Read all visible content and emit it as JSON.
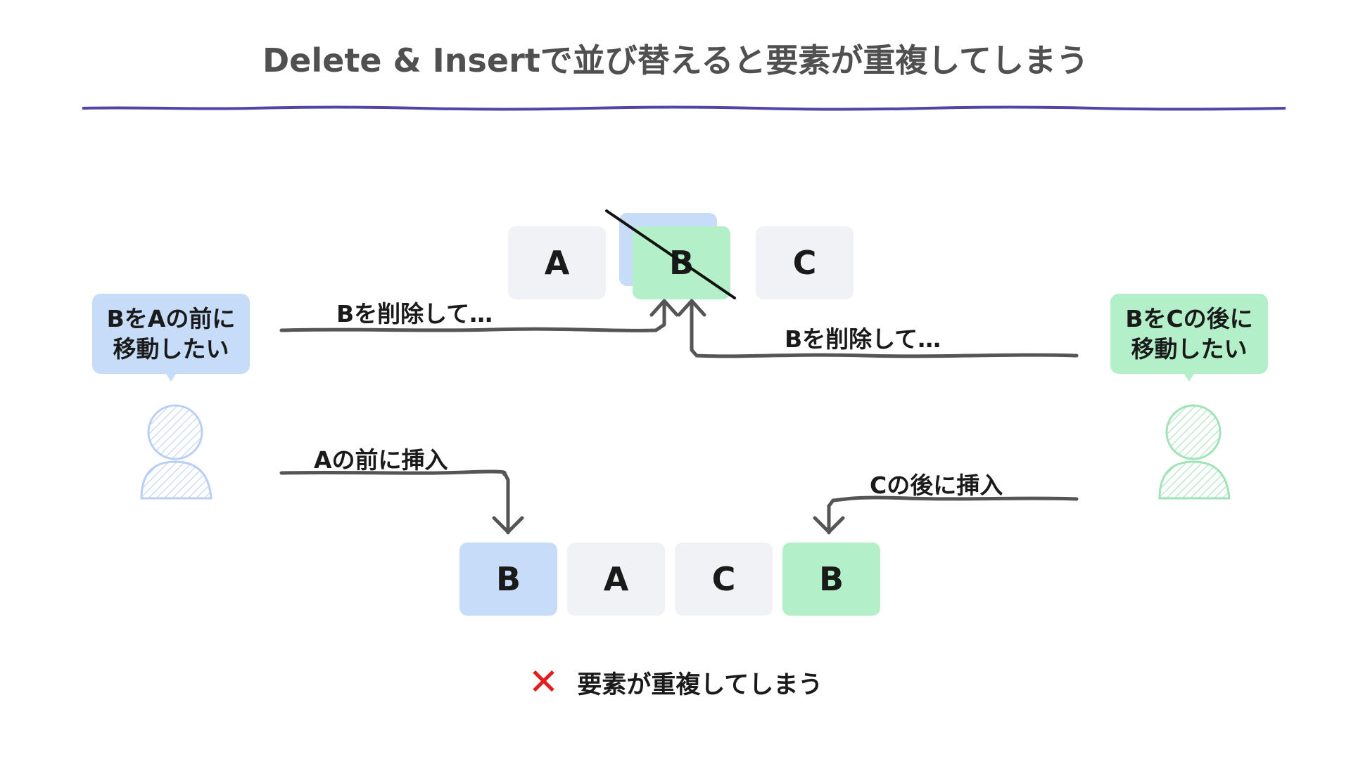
{
  "title": "Delete & Insertで並び替えると要素が重複してしまう",
  "colors": {
    "rule": "#5046a8",
    "gray_box": "#f0f2f5",
    "blue": "#c7dcf8",
    "green": "#b3f0c9",
    "arrow": "#555555",
    "cross": "#e11d1d"
  },
  "top_row": {
    "a": "A",
    "b": "B",
    "c": "C"
  },
  "bottom_row": {
    "b_blue": "B",
    "a": "A",
    "c": "C",
    "b_green": "B"
  },
  "left_user": {
    "bubble_line1": "BをAの前に",
    "bubble_line2": "移動したい",
    "delete_label": "Bを削除して…",
    "insert_label": "Aの前に挿入"
  },
  "right_user": {
    "bubble_line1": "BをCの後に",
    "bubble_line2": "移動したい",
    "delete_label": "Bを削除して…",
    "insert_label": "Cの後に挿入"
  },
  "result": {
    "icon": "cross-icon",
    "text": "要素が重複してしまう"
  }
}
